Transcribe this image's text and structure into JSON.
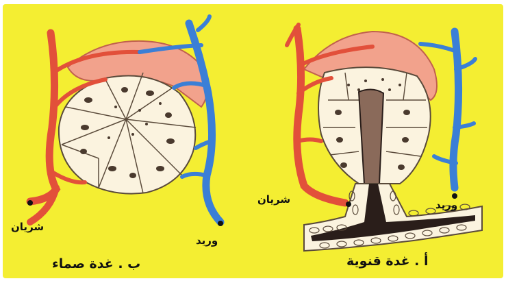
{
  "colors": {
    "background": "#f4ee32",
    "artery": "#e2503a",
    "vein": "#3b7fd6",
    "capillary_pink": "#f2a28c",
    "gland_cell": "#fbf3df",
    "cell_outline": "#5a4a3a",
    "duct_dark": "#2a1e1a"
  },
  "left_diagram": {
    "artery_label": "شريان",
    "vein_label": "وريد",
    "caption": "ب . غدة صماء"
  },
  "right_diagram": {
    "artery_label": "شريان",
    "vein_label": "وريد",
    "caption": "أ . غدة قنوية"
  }
}
